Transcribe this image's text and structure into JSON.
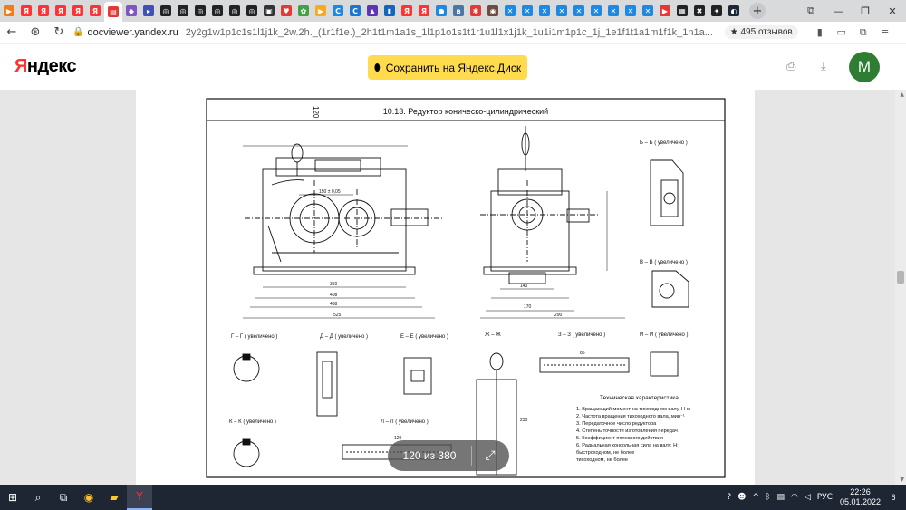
{
  "browser": {
    "tabs": [
      {
        "icon": "forward-icon",
        "color": "#f07c1a",
        "glyph": "▶"
      },
      {
        "icon": "yandex-icon",
        "color": "#f33",
        "glyph": "Я"
      },
      {
        "icon": "yandex-icon",
        "color": "#f33",
        "glyph": "Я"
      },
      {
        "icon": "yandex-icon",
        "color": "#f33",
        "glyph": "Я"
      },
      {
        "icon": "yandex-icon",
        "color": "#f33",
        "glyph": "Я"
      },
      {
        "icon": "yandex-icon",
        "color": "#f33",
        "glyph": "Я"
      },
      {
        "icon": "pdf-icon",
        "color": "#e53935",
        "glyph": "▤",
        "active": true
      },
      {
        "icon": "colorful-icon",
        "color": "#7e57c2",
        "glyph": "◆"
      },
      {
        "icon": "video-icon",
        "color": "#3f51b5",
        "glyph": "▸"
      },
      {
        "icon": "ring-icon",
        "color": "#222",
        "glyph": "◎"
      },
      {
        "icon": "ring-icon",
        "color": "#222",
        "glyph": "◎"
      },
      {
        "icon": "ring-icon",
        "color": "#222",
        "glyph": "◎"
      },
      {
        "icon": "ring-icon",
        "color": "#222",
        "glyph": "◎"
      },
      {
        "icon": "ring-icon",
        "color": "#222",
        "glyph": "◎"
      },
      {
        "icon": "ring-icon",
        "color": "#222",
        "glyph": "◎"
      },
      {
        "icon": "app-icon",
        "color": "#333",
        "glyph": "▣"
      },
      {
        "icon": "heart-icon",
        "color": "#e53935",
        "glyph": "♥"
      },
      {
        "icon": "gear-icon",
        "color": "#43a047",
        "glyph": "✿"
      },
      {
        "icon": "play-icon",
        "color": "#f9a825",
        "glyph": "▶"
      },
      {
        "icon": "c-icon",
        "color": "#1e88e5",
        "glyph": "C"
      },
      {
        "icon": "c-icon",
        "color": "#1976d2",
        "glyph": "C"
      },
      {
        "icon": "triangle-icon",
        "color": "#5e35b1",
        "glyph": "▲"
      },
      {
        "icon": "bookmark-icon",
        "color": "#1565c0",
        "glyph": "▮"
      },
      {
        "icon": "yandex-icon",
        "color": "#f33",
        "glyph": "Я"
      },
      {
        "icon": "yandex-icon",
        "color": "#f33",
        "glyph": "Я"
      },
      {
        "icon": "chat-icon",
        "color": "#1e88e5",
        "glyph": "●"
      },
      {
        "icon": "vk-icon",
        "color": "#4a76a8",
        "glyph": "в"
      },
      {
        "icon": "bug-icon",
        "color": "#e53935",
        "glyph": "✱"
      },
      {
        "icon": "photo-icon",
        "color": "#6d4c41",
        "glyph": "◉"
      },
      {
        "icon": "cross-icon",
        "color": "#1e88e5",
        "glyph": "✕"
      },
      {
        "icon": "cross-icon",
        "color": "#1e88e5",
        "glyph": "✕"
      },
      {
        "icon": "cross-icon",
        "color": "#1e88e5",
        "glyph": "✕"
      },
      {
        "icon": "cross-icon",
        "color": "#1e88e5",
        "glyph": "✕"
      },
      {
        "icon": "cross-icon",
        "color": "#1e88e5",
        "glyph": "✕"
      },
      {
        "icon": "cross-icon",
        "color": "#1e88e5",
        "glyph": "✕"
      },
      {
        "icon": "cross-icon",
        "color": "#1e88e5",
        "glyph": "✕"
      },
      {
        "icon": "cross-icon",
        "color": "#1e88e5",
        "glyph": "✕"
      },
      {
        "icon": "cross-icon",
        "color": "#1e88e5",
        "glyph": "✕"
      },
      {
        "icon": "youtube-icon",
        "color": "#e53935",
        "glyph": "▶"
      },
      {
        "icon": "grid-icon",
        "color": "#222",
        "glyph": "▦"
      },
      {
        "icon": "x-icon",
        "color": "#222",
        "glyph": "✖"
      },
      {
        "icon": "runner-icon",
        "color": "#222",
        "glyph": "✦"
      },
      {
        "icon": "steam-icon",
        "color": "#1b2838",
        "glyph": "◐"
      }
    ],
    "new_tab_glyph": "+",
    "window_controls": [
      "⧉",
      "—",
      "❐",
      "✕"
    ],
    "address": {
      "host": "docviewer.yandex.ru",
      "path": "2y2g1w1p1c1s1l1j1k_2w.2h._(1r1f1e.)_2h1t1m1a1s_1l1p1o1s1t1r1u1l1x1j1k_1u1i1m1p1c_1j_1e1f1t1a1m1f1k_1n1a...",
      "reviews": "★ 495 отзывов"
    }
  },
  "header": {
    "logo": "Яндекс",
    "save_button": "Сохранить на Яндекс.Диск",
    "avatar_letter": "М"
  },
  "document": {
    "page_number": "120",
    "title": "10.13. Редуктор коническо-цилиндрический",
    "labels": {
      "bb": "Б – Б  ( увеличено )",
      "vv": "В – В  ( увеличено )",
      "gg": "Г – Г  ( увеличено )",
      "dd": "Д – Д  ( увеличено )",
      "ee": "Е – Е  ( увеличено )",
      "zhzh": "Ж – Ж",
      "zz": "З – З  ( увеличено )",
      "ii": "И – И  ( увеличено )",
      "kk": "К – К  ( увеличено )",
      "ll": "Л – Л  ( увеличено )"
    },
    "dims": [
      "350",
      "408",
      "438",
      "525",
      "150 ± 0,05",
      "140",
      "170",
      "290",
      "85",
      "120",
      "230"
    ],
    "tech": {
      "title": "Техническая характеристика",
      "lines": [
        "1. Вращающий момент на тихоходном валу,  Н·м",
        "2. Частота вращения тихоходного вала,  мин⁻¹",
        "3. Передаточное число редуктора",
        "4. Степень точности изготовления передач",
        "5. Коэффициент полезного действия",
        "6. Радиальная консольная сила на валу, Н:",
        "     быстроходном, не более",
        "     тихоходном, не более"
      ]
    }
  },
  "viewer": {
    "page_indicator": "120 из 380"
  },
  "taskbar": {
    "lang": "РУС",
    "time": "22:26",
    "date": "05.01.2022",
    "notifications": "6"
  }
}
